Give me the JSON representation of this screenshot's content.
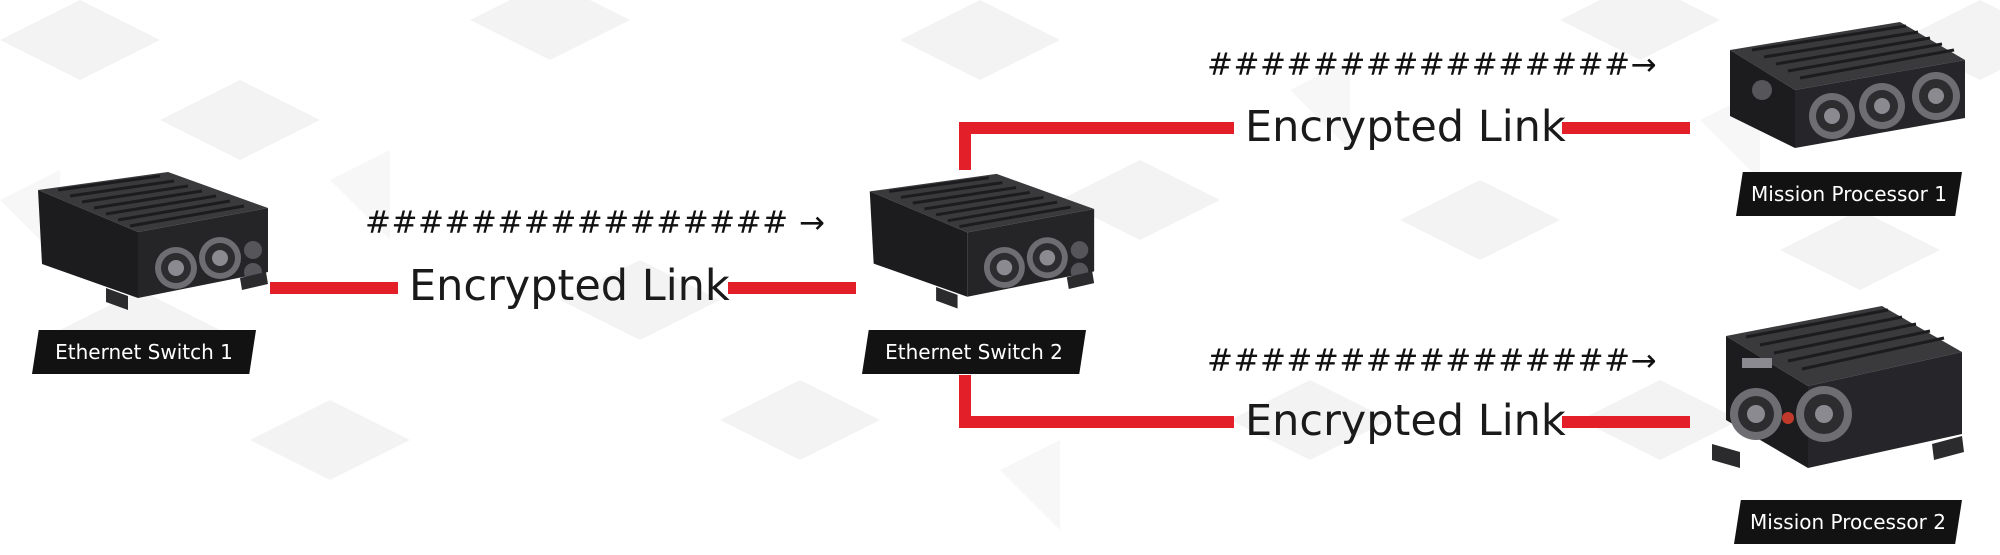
{
  "devices": {
    "switch1": {
      "label": "Ethernet Switch 1"
    },
    "switch2": {
      "label": "Ethernet Switch 2"
    },
    "processor1": {
      "label": "Mission Processor 1"
    },
    "processor2": {
      "label": "Mission Processor 2"
    }
  },
  "links": {
    "link1": {
      "label": "Encrypted Link",
      "hash": "################ →"
    },
    "link2": {
      "label": "Encrypted Link",
      "hash": "################→"
    },
    "link3": {
      "label": "Encrypted Link",
      "hash": "################→"
    }
  },
  "colors": {
    "link": "#e3202a",
    "device_body": "#1c1c1e",
    "tag_bg": "#121212"
  },
  "icons": {
    "switch1": "rugged-ethernet-switch-icon",
    "switch2": "rugged-ethernet-switch-icon",
    "processor1": "rugged-mission-computer-icon",
    "processor2": "rugged-mission-computer-icon"
  }
}
